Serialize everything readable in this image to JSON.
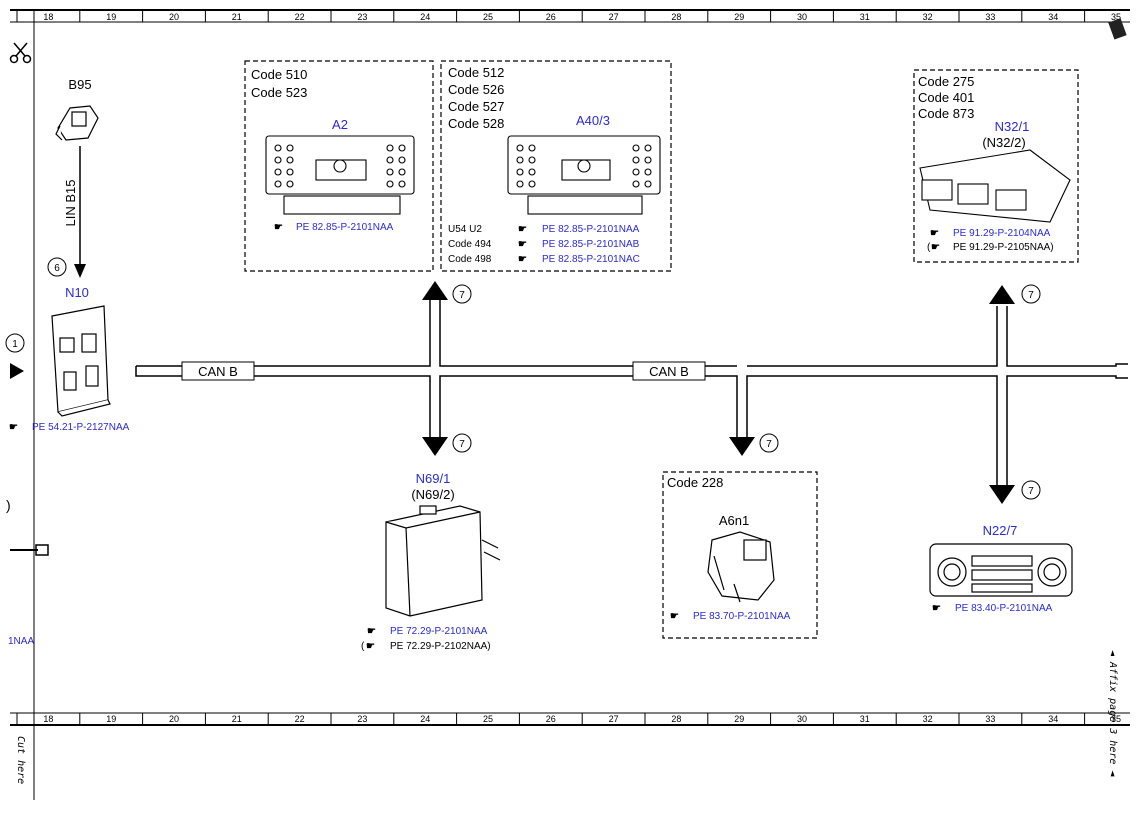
{
  "ruler": {
    "numbers": [
      "18",
      "19",
      "20",
      "21",
      "22",
      "23",
      "24",
      "25",
      "26",
      "27",
      "28",
      "29",
      "30",
      "31",
      "32",
      "33",
      "34",
      "35"
    ]
  },
  "bus": {
    "label_left": "CAN B",
    "label_right": "CAN B"
  },
  "components": {
    "b95": {
      "id": "B95",
      "lin_label": "LIN B15",
      "circle": "6"
    },
    "n10": {
      "id": "N10",
      "circle": "1",
      "ref": "PE 54.21-P-2127NAA"
    },
    "a2": {
      "codes": [
        "Code 510",
        "Code 523"
      ],
      "id": "A2",
      "ref": "PE 82.85-P-2101NAA"
    },
    "a40": {
      "codes": [
        "Code 512",
        "Code 526",
        "Code 527",
        "Code 528"
      ],
      "id": "A40/3",
      "sub_labels": [
        "U54   U2",
        "Code 494",
        "Code 498"
      ],
      "refs": [
        "PE 82.85-P-2101NAA",
        "PE 82.85-P-2101NAB",
        "PE 82.85-P-2101NAC"
      ]
    },
    "n32": {
      "codes": [
        "Code 275",
        "Code 401",
        "Code 873"
      ],
      "id": "N32/1",
      "alt_id": "(N32/2)",
      "ref": "PE 91.29-P-2104NAA",
      "ref_alt": "PE 91.29-P-2105NAA)",
      "ref_alt_open": "("
    },
    "n69": {
      "id": "N69/1",
      "alt_id": "(N69/2)",
      "ref": "PE 72.29-P-2101NAA",
      "ref_alt": "PE 72.29-P-2102NAA)",
      "ref_alt_open": "("
    },
    "a6n1": {
      "code": "Code 228",
      "id": "A6n1",
      "ref": "PE 83.70-P-2101NAA"
    },
    "n22": {
      "id": "N22/7",
      "ref": "PE 83.40-P-2101NAA"
    }
  },
  "connector_circle": "7",
  "side_texts": {
    "cut_here": "Cut here",
    "affix": "◄ Affix page 3 here ◄",
    "left_ref_fragment": "1NAA"
  }
}
